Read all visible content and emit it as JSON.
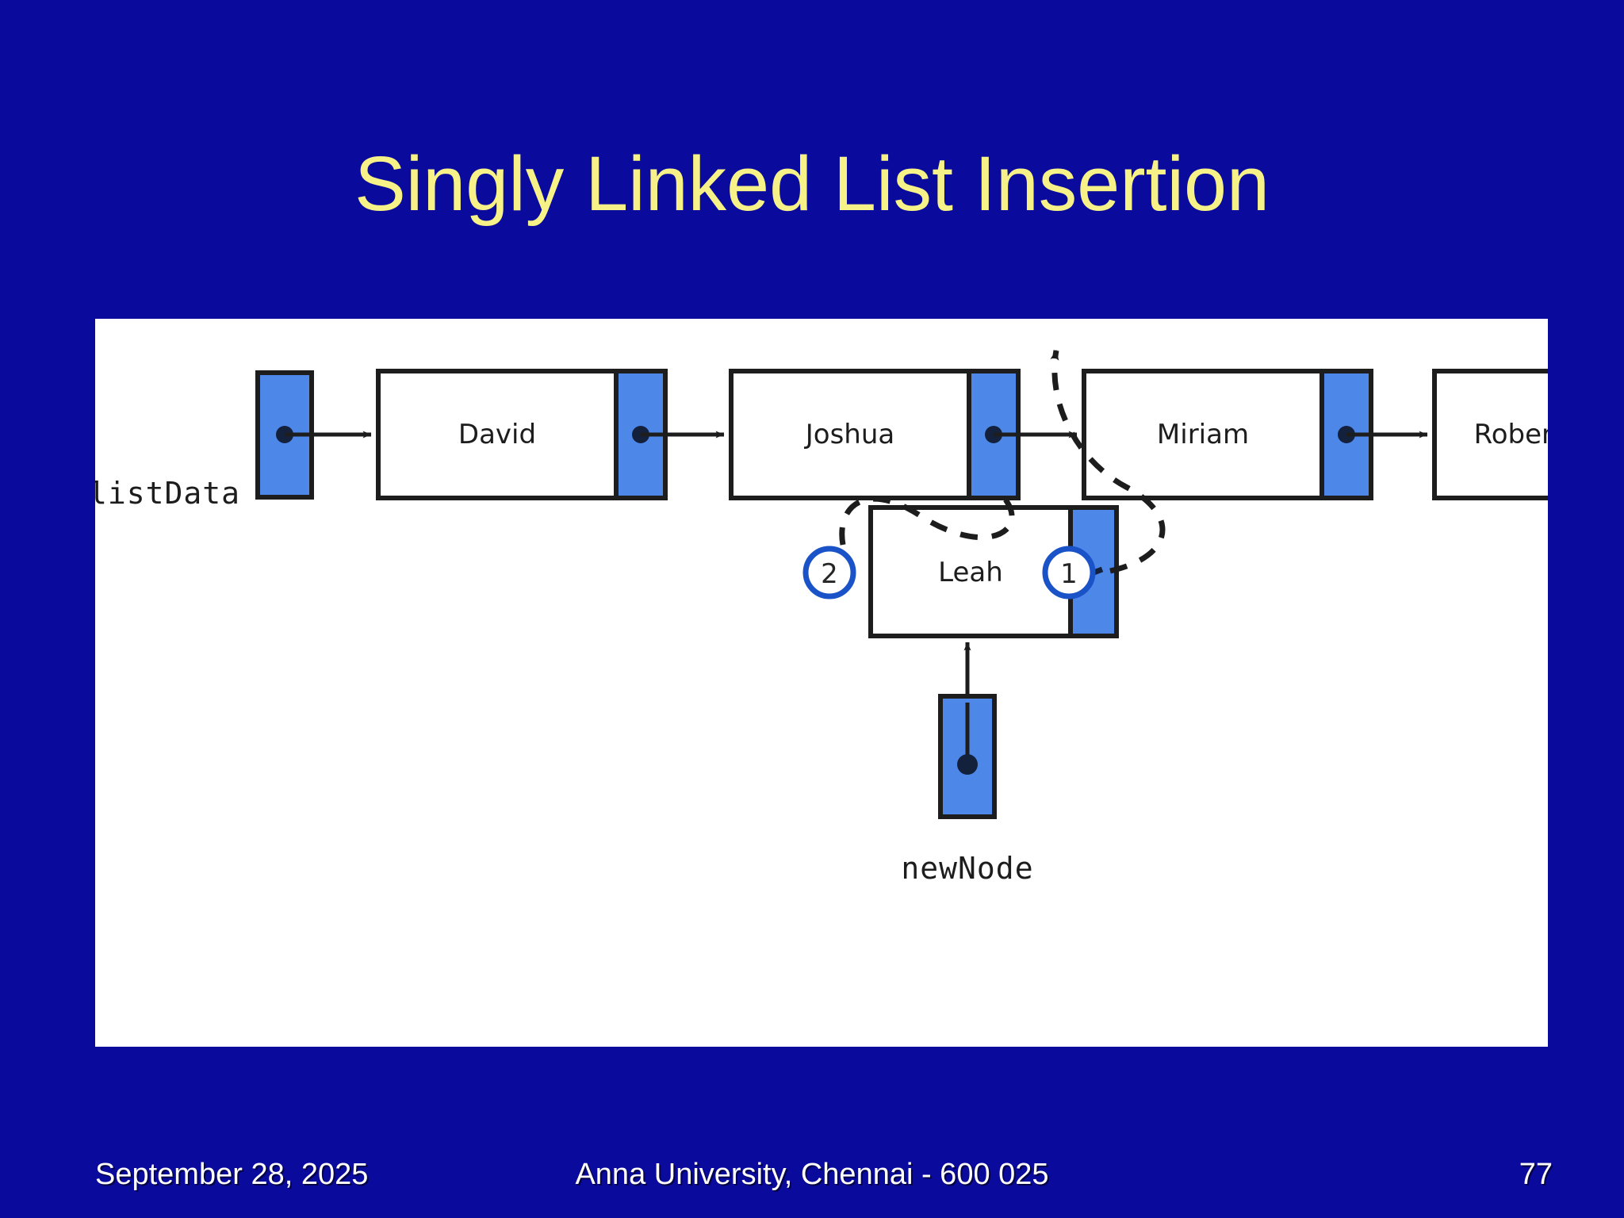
{
  "slide": {
    "title": "Singly Linked List Insertion",
    "title_color": "#f7f287",
    "background_color": "#0a0a9c",
    "panel_background": "#ffffff"
  },
  "diagram": {
    "pointer_fill_color": "#4d87e8",
    "stroke_color": "#1d1d1d",
    "step_circle_color": "#1a52c8",
    "list_variable_label": "listData",
    "new_node_label": "newNode",
    "existing_nodes": [
      {
        "name": "node-david",
        "label": "David",
        "pointer": "link"
      },
      {
        "name": "node-joshua",
        "label": "Joshua",
        "pointer": "link"
      },
      {
        "name": "node-miriam",
        "label": "Miriam",
        "pointer": "link"
      },
      {
        "name": "node-robert",
        "label": "Robert",
        "pointer": "null"
      }
    ],
    "inserted_node": {
      "name": "node-leah",
      "label": "Leah",
      "pointer": "link"
    },
    "steps": [
      {
        "id": "1",
        "label": "1"
      },
      {
        "id": "2",
        "label": "2"
      }
    ]
  },
  "footer": {
    "date": "September 28, 2025",
    "organization": "Anna University, Chennai - 600 025",
    "page_number": "77"
  }
}
